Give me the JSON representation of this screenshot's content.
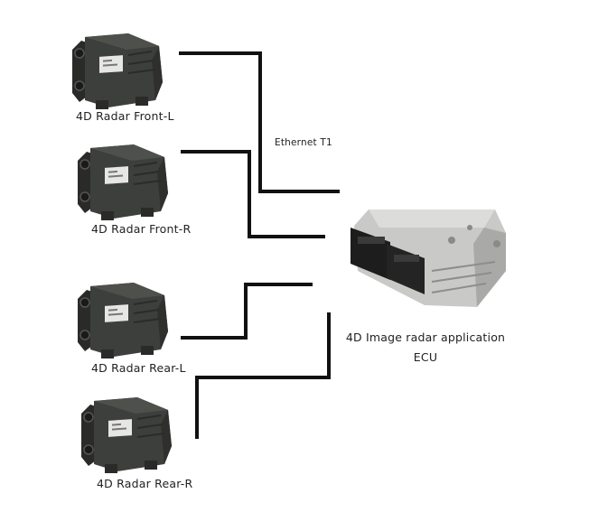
{
  "diagram": {
    "sensors": [
      {
        "label": "4D Radar Front-L"
      },
      {
        "label": "4D Radar Front-R"
      },
      {
        "label": "4D Radar Rear-L"
      },
      {
        "label": "4D Radar Rear-R"
      }
    ],
    "link_label": "Ethernet T1",
    "ecu": {
      "line1": "4D Image radar application",
      "line2": "ECU"
    },
    "colors": {
      "wire": "#111111",
      "radar_body": "#3d3f3c",
      "ecu_body": "#b8b8b6"
    }
  }
}
